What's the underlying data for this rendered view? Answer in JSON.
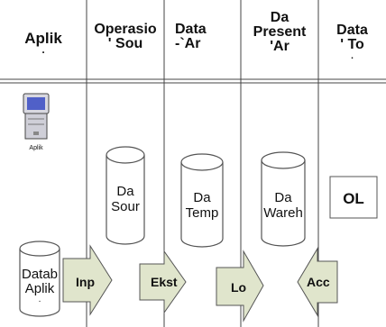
{
  "headers": [
    {
      "line1": "Aplik",
      "line2": "."
    },
    {
      "line1": "Operasio",
      "line2": "' Sou"
    },
    {
      "line1": "Data",
      "line2": "-`Ar"
    },
    {
      "line1": "Da",
      "line2": "Present",
      "line3": "'Ar"
    },
    {
      "line1": "Data",
      "line2": "' To",
      "line3": "."
    }
  ],
  "computer_label": "Aplik",
  "databases": [
    {
      "line1": "Da",
      "line2": "Sour"
    },
    {
      "line1": "Da",
      "line2": "Temp"
    },
    {
      "line1": "Da",
      "line2": "Wareh"
    }
  ],
  "olap_box": {
    "text": "OL"
  },
  "bottom_db": {
    "line1": "Datab",
    "line2": "Aplik",
    "line3": "."
  },
  "arrows": [
    {
      "label": "Inp",
      "direction": "right"
    },
    {
      "label": "Ekst",
      "direction": "right"
    },
    {
      "label": "Lo",
      "direction": "right"
    },
    {
      "label": "Acc",
      "direction": "left"
    }
  ],
  "colors": {
    "cylinder_fill": "#ffffff",
    "arrow_fill": "#e0e5cc",
    "header_line": "#555555",
    "monitor_screen": "#5060c8"
  }
}
